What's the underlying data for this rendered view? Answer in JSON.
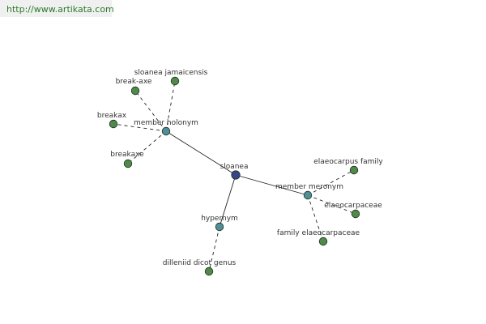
{
  "header": {
    "url": "http://www.artikata.com"
  },
  "graph": {
    "colors": {
      "root": "#33478a",
      "relation": "#4f8f96",
      "leaf": "#4f8a4a",
      "stroke": "#1e2e1e",
      "edge": "#222222"
    },
    "root": {
      "id": "sloanea",
      "label": "sloanea"
    },
    "relations": [
      {
        "id": "member-holonym",
        "label": "member holonym",
        "leaves": [
          {
            "id": "sloanea-jamaicensis",
            "label": "sloanea jamaicensis"
          },
          {
            "id": "break-axe",
            "label": "break-axe"
          },
          {
            "id": "breakax",
            "label": "breakax"
          },
          {
            "id": "breakaxe",
            "label": "breakaxe"
          }
        ]
      },
      {
        "id": "member-meronym",
        "label": "member meronym",
        "leaves": [
          {
            "id": "elaeocarpus-family",
            "label": "elaeocarpus family"
          },
          {
            "id": "elaeocarpaceae",
            "label": "elaeocarpaceae"
          },
          {
            "id": "family-elaeocarpaceae",
            "label": "family elaeocarpaceae"
          }
        ]
      },
      {
        "id": "hypernym",
        "label": "hypernym",
        "leaves": [
          {
            "id": "dilleniid-dicot-genus",
            "label": "dilleniid dicot genus"
          }
        ]
      }
    ]
  }
}
